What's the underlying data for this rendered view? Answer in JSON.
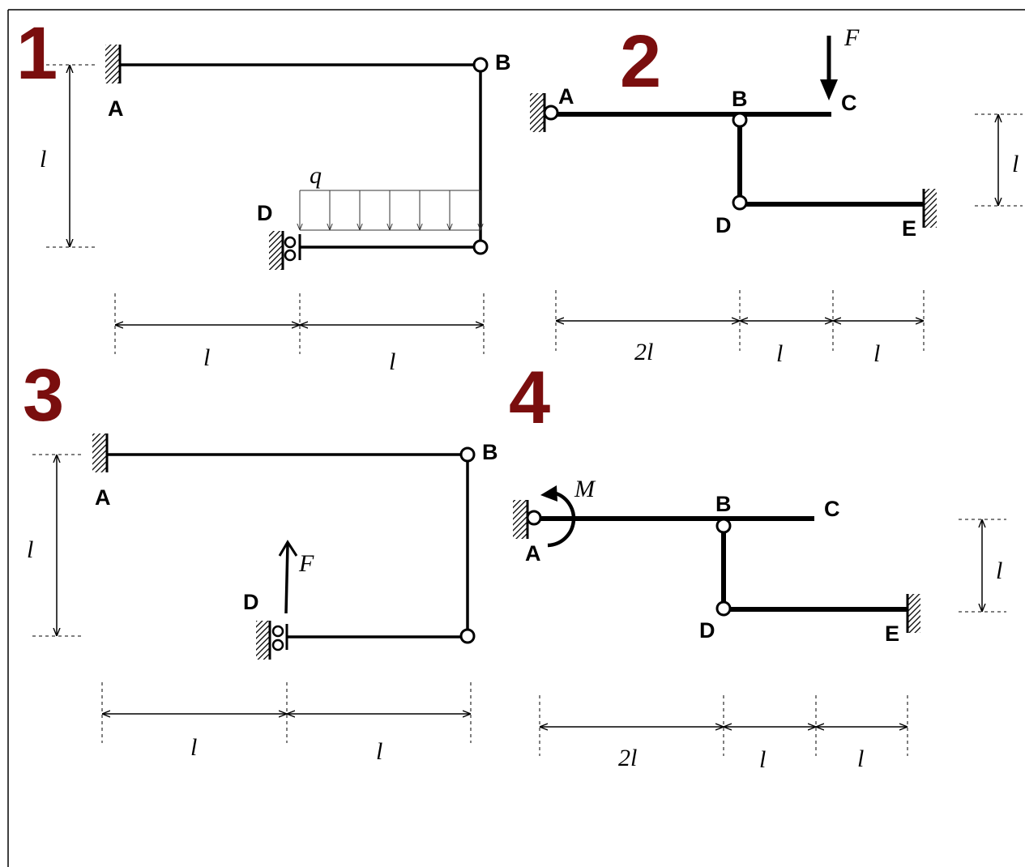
{
  "schemes": [
    {
      "number": "1",
      "nodes": {
        "A": "A",
        "B": "B",
        "D": "D"
      },
      "load_label": "q",
      "dims": {
        "vertical": "l",
        "horizontal": [
          "l",
          "l"
        ]
      }
    },
    {
      "number": "2",
      "nodes": {
        "A": "A",
        "B": "B",
        "C": "C",
        "D": "D",
        "E": "E"
      },
      "load_label": "F",
      "dims": {
        "vertical": "l",
        "horizontal": [
          "2l",
          "l",
          "l"
        ]
      }
    },
    {
      "number": "3",
      "nodes": {
        "A": "A",
        "B": "B",
        "D": "D"
      },
      "load_label": "F",
      "dims": {
        "vertical": "l",
        "horizontal": [
          "l",
          "l"
        ]
      }
    },
    {
      "number": "4",
      "nodes": {
        "A": "A",
        "B": "B",
        "C": "C",
        "D": "D",
        "E": "E"
      },
      "load_label": "M",
      "dims": {
        "vertical": "l",
        "horizontal": [
          "2l",
          "l",
          "l"
        ]
      }
    }
  ]
}
